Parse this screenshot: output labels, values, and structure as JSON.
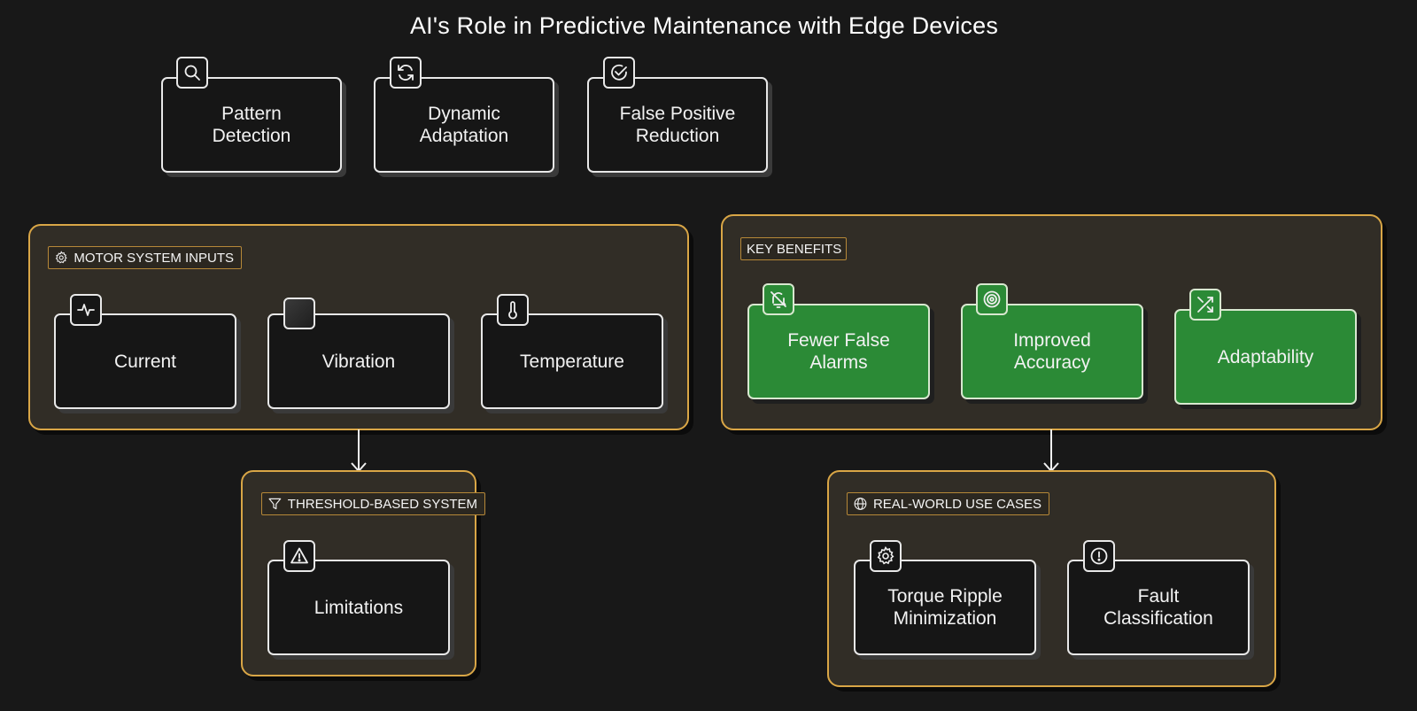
{
  "title": "AI's Role in Predictive Maintenance with Edge Devices",
  "ai_capabilities": [
    {
      "label": "Pattern\nDetection",
      "icon": "search-icon"
    },
    {
      "label": "Dynamic\nAdaptation",
      "icon": "refresh-icon"
    },
    {
      "label": "False Positive\nReduction",
      "icon": "check-circle-icon"
    }
  ],
  "motor_inputs": {
    "label": "MOTOR SYSTEM INPUTS",
    "icon": "gear-icon",
    "items": [
      {
        "label": "Current",
        "icon": "pulse-icon"
      },
      {
        "label": "Vibration",
        "icon": "square-icon"
      },
      {
        "label": "Temperature",
        "icon": "thermometer-icon"
      }
    ]
  },
  "key_benefits": {
    "label": "KEY BENEFITS",
    "items": [
      {
        "label": "Fewer False\nAlarms",
        "icon": "bell-off-icon"
      },
      {
        "label": "Improved\nAccuracy",
        "icon": "target-icon"
      },
      {
        "label": "Adaptability",
        "icon": "shuffle-icon"
      }
    ]
  },
  "threshold_system": {
    "label": "THRESHOLD-BASED SYSTEM",
    "icon": "filter-icon",
    "items": [
      {
        "label": "Limitations",
        "icon": "warning-icon"
      }
    ]
  },
  "use_cases": {
    "label": "REAL-WORLD USE CASES",
    "icon": "globe-icon",
    "items": [
      {
        "label": "Torque Ripple\nMinimization",
        "icon": "gear-icon"
      },
      {
        "label": "Fault\nClassification",
        "icon": "alert-circle-icon"
      }
    ]
  },
  "colors": {
    "background": "#181818",
    "group_border": "#d9a646",
    "group_fill": "#312d26",
    "benefit_green": "#2b8a36"
  }
}
